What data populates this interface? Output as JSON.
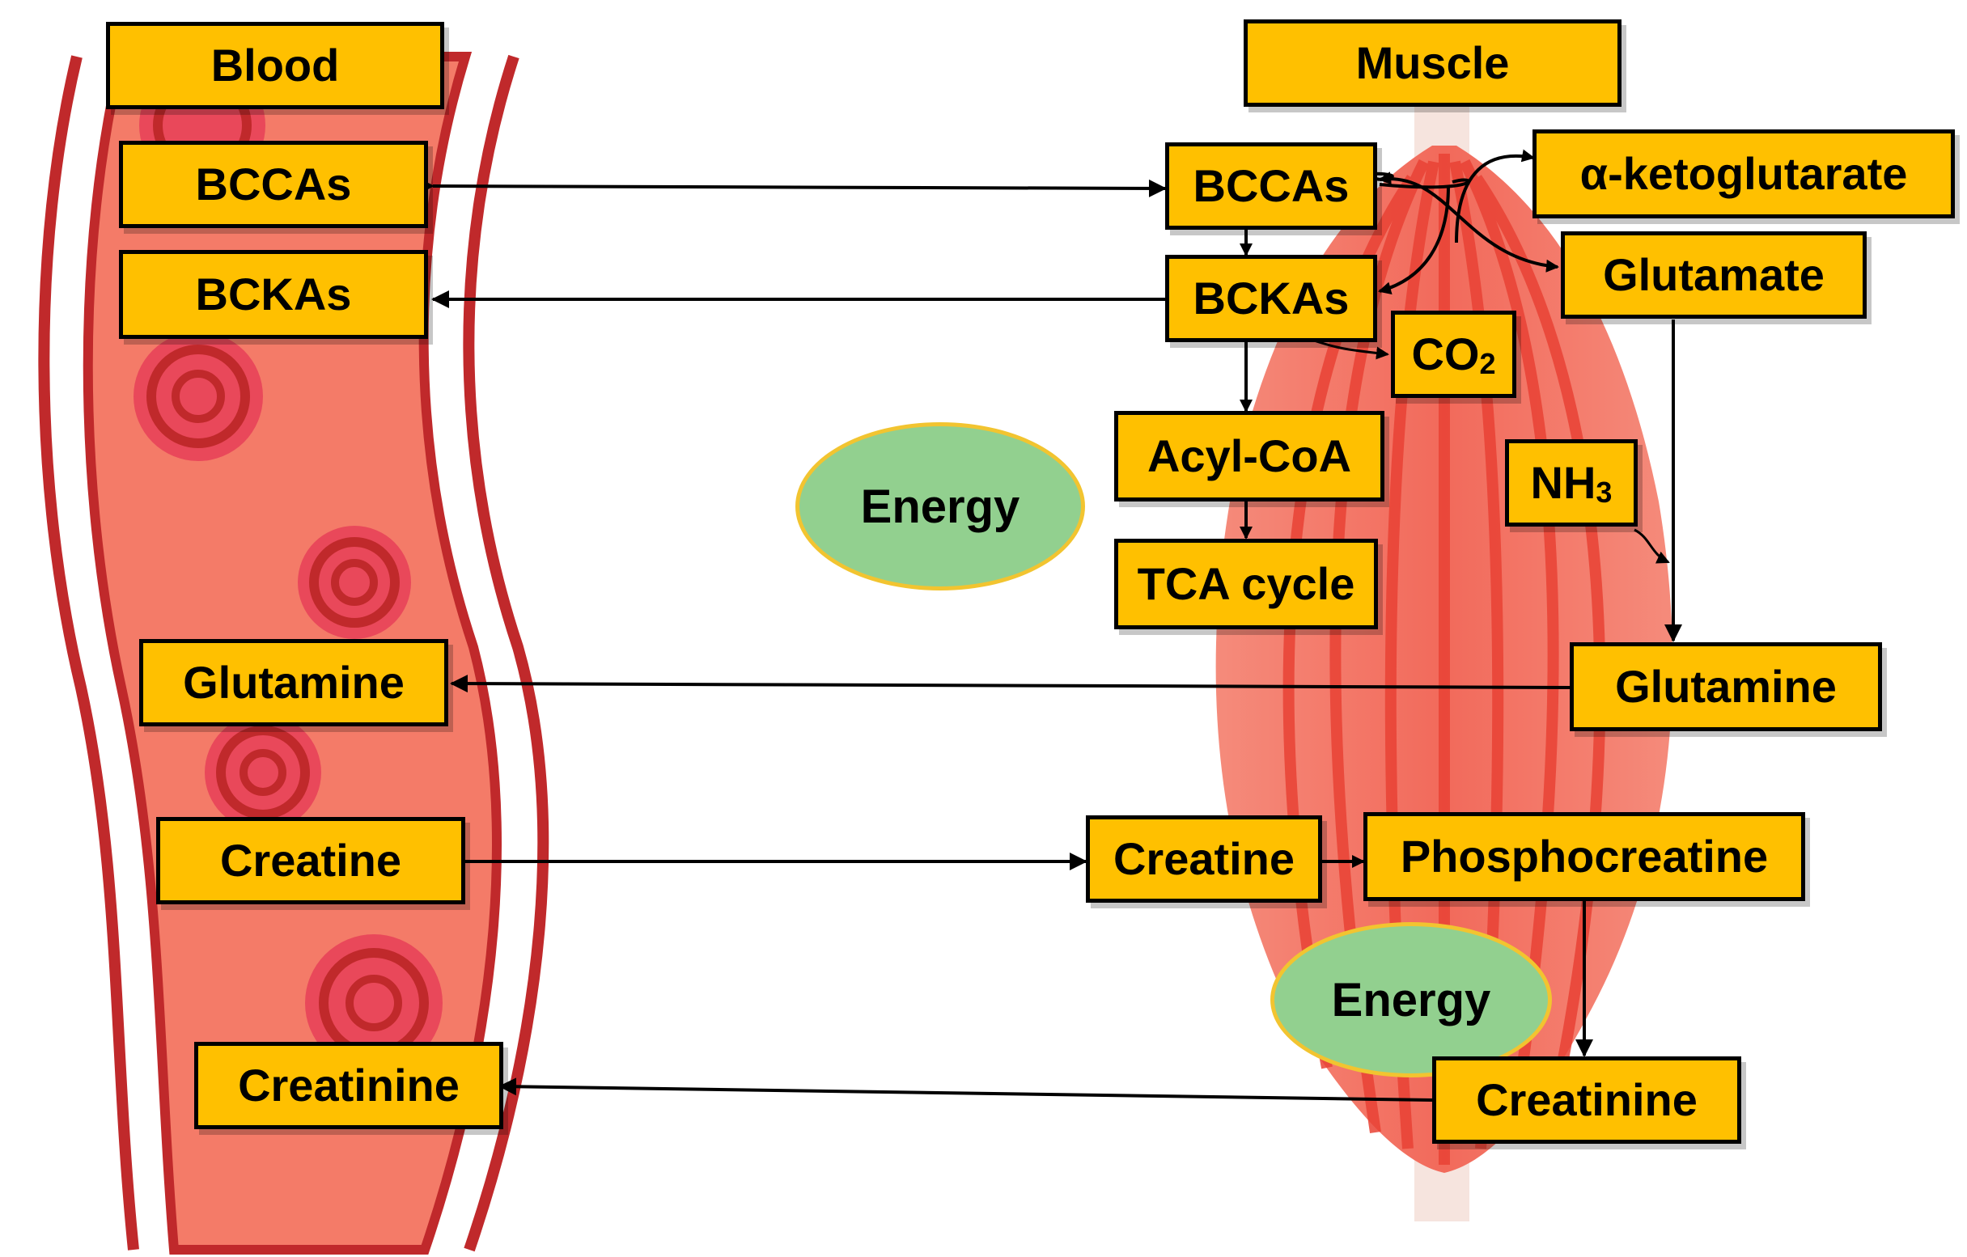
{
  "blood": {
    "title": "Blood",
    "bccas": "BCCAs",
    "bckas": "BCKAs",
    "glutamine": "Glutamine",
    "creatine": "Creatine",
    "creatinine": "Creatinine"
  },
  "muscle": {
    "title": "Muscle",
    "bccas": "BCCAs",
    "bckas": "BCKAs",
    "alpha_ketoglutarate": "α-ketoglutarate",
    "glutamate": "Glutamate",
    "co2": {
      "main": "CO",
      "sub": "2"
    },
    "acyl_coa": "Acyl-CoA",
    "tca_cycle": "TCA cycle",
    "nh3": {
      "main": "NH",
      "sub": "3"
    },
    "glutamine": "Glutamine",
    "creatine": "Creatine",
    "phosphocreatine": "Phosphocreatine",
    "creatinine": "Creatinine",
    "energy_top": "Energy",
    "energy_bottom": "Energy"
  },
  "colors": {
    "box_fill": "#FFC000",
    "box_border": "#000000",
    "energy_fill": "#92D08F",
    "energy_border": "#F2C430",
    "vessel_dark": "#C0292B",
    "vessel_fill": "#F47B68",
    "muscle_fill": "#F26A5B",
    "muscle_stripe": "#E94235",
    "tendon": "#F6E4DE"
  }
}
